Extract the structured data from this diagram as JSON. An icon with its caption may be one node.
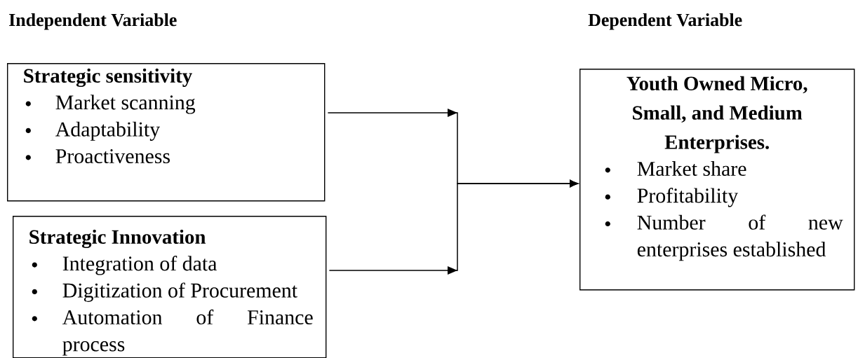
{
  "diagram": {
    "nodes": [
      {
        "text": [
          "Strategic sensitivity",
          "Market scanning",
          "Adaptability",
          "Proactiveness"
        ]
      },
      {
        "text": [
          "Strategic Innovation",
          "Integration of data",
          "Digitization of Procurement",
          "Automation of Finance process"
        ]
      },
      {
        "text": [
          "Youth Owned Micro, Small, and Medium Enterprises.",
          "Market share",
          "Profitability",
          "Number of new enterprises established"
        ]
      }
    ],
    "edges": [
      {
        "from": 0,
        "to": 2,
        "arrow": "to"
      },
      {
        "from": 1,
        "to": 2,
        "arrow": "to"
      }
    ],
    "labels": [
      "Independent Variable",
      "Dependent Variable"
    ]
  }
}
